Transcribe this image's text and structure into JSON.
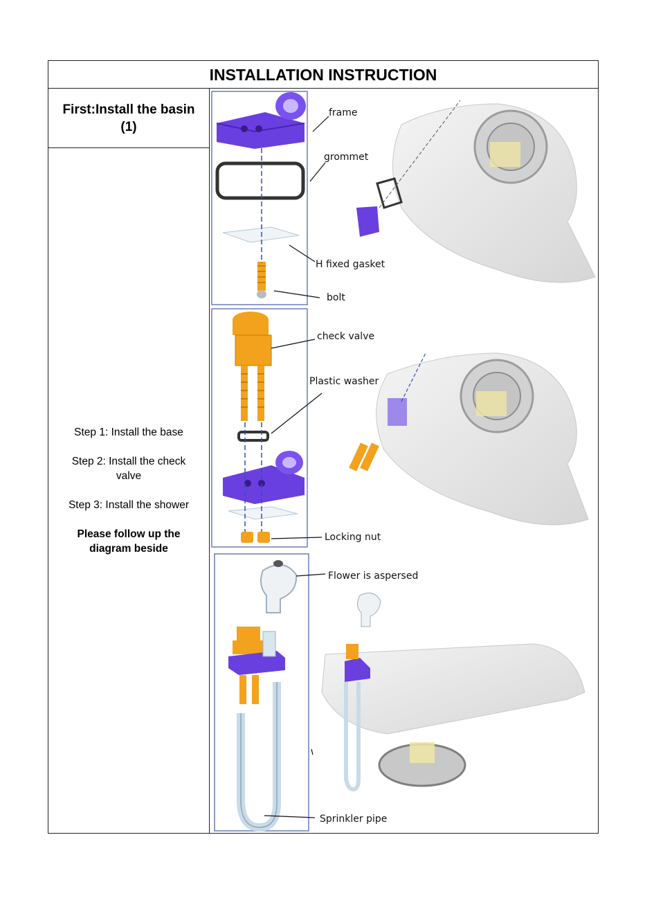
{
  "title": "INSTALLATION INSTRUCTION",
  "section": {
    "line1": "First:Install the basin",
    "line2": "(1)"
  },
  "steps": {
    "step1": "Step 1: Install the base",
    "step2a": "Step 2: Install the check",
    "step2b": "valve",
    "step3": "Step 3: Install the shower",
    "note1": "Please follow up the",
    "note2": "diagram beside"
  },
  "labels": {
    "frame": "frame",
    "grommet": "grommet",
    "h_gasket": "H fixed gasket",
    "bolt": "bolt",
    "check_valve": "check valve",
    "plastic_washer": "Plastic washer",
    "locking_nut": "Locking nut",
    "flower": "Flower is aspersed",
    "sprinkler": "Sprinkler pipe"
  },
  "colors": {
    "purple": "#6a3fe0",
    "orange": "#f2a21c",
    "panel_border": "#6a7fb5"
  }
}
